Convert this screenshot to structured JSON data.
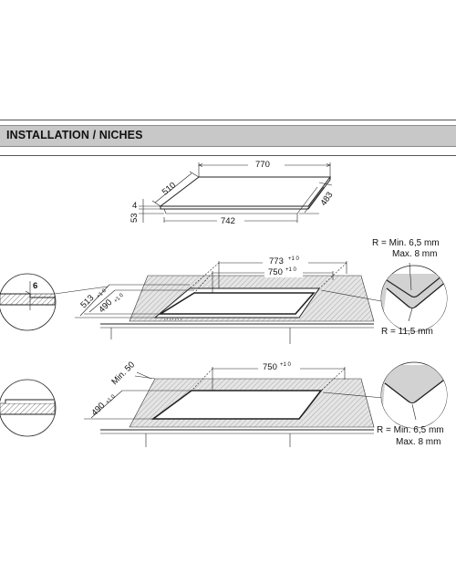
{
  "header": {
    "title": "INSTALLATION / NICHES"
  },
  "cooktop": {
    "width_label": "770",
    "depth_label": "510",
    "right_depth_label": "483",
    "bottom_width_label": "742",
    "glass_thickness_label": "4",
    "total_height_label": "53"
  },
  "cutout_flush": {
    "width_label": "773",
    "width_tol": "+1 0",
    "inner_width_label": "750",
    "inner_width_tol": "+1 0",
    "depth_label": "513",
    "depth_tol": "+1 0",
    "inner_depth_label": "490",
    "inner_depth_tol": "+1 0",
    "detail_depth_label": "6",
    "radius_top_line1": "R = Min. 6,5 mm",
    "radius_top_line2": "Max. 8 mm",
    "radius_inner": "R = 11,5 mm"
  },
  "cutout_standard": {
    "width_label": "750",
    "width_tol": "+1 0",
    "depth_label": "490",
    "depth_tol": "+1 0",
    "min_wall_label": "Min. 50",
    "radius_line1": "R = Min. 6,5 mm",
    "radius_line2": "Max. 8 mm"
  }
}
